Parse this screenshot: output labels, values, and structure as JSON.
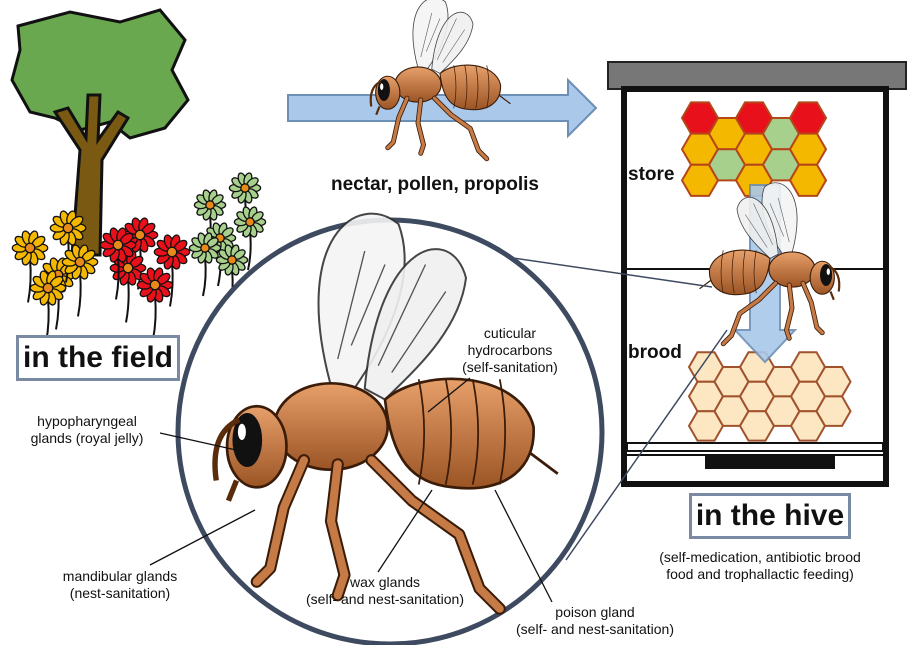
{
  "field_label": "in the field",
  "hive_label": "in the hive",
  "hive_note": [
    "(self-medication, antibiotic brood",
    "food and trophallactic feeding)"
  ],
  "transport_label": "nectar, pollen, propolis",
  "store_label": "store",
  "brood_label": "brood",
  "annotations": {
    "hypopharyngeal": [
      "hypopharyngeal",
      "glands (royal jelly)"
    ],
    "cuticular": [
      "cuticular",
      "hydrocarbons",
      "(self-sanitation)"
    ],
    "mandibular": [
      "mandibular glands",
      "(nest-sanitation)"
    ],
    "wax": [
      "wax glands",
      "(self- and nest-sanitation)"
    ],
    "poison": [
      "poison gland",
      "(self- and nest-sanitation)"
    ]
  },
  "colors": {
    "tree_crown": "#6aa84f",
    "trunk": "#7a5a12",
    "flower_yellow": "#f5b800",
    "flower_red": "#e8101a",
    "flower_green": "#a8d08d",
    "arrow_blue": "#a9c8ea",
    "comb_brood": "#fde7c2",
    "comb_outline": "#a0522d",
    "bee_body": "#c67a45",
    "frame_blue": "#7a8aa3",
    "circle_border": "#3e4a60"
  },
  "store_comb_colors": [
    "red",
    "orange",
    "orange",
    "orange",
    "green",
    "red",
    "orange",
    "orange",
    "green",
    "green",
    "red",
    "orange",
    "orange",
    "orange"
  ]
}
